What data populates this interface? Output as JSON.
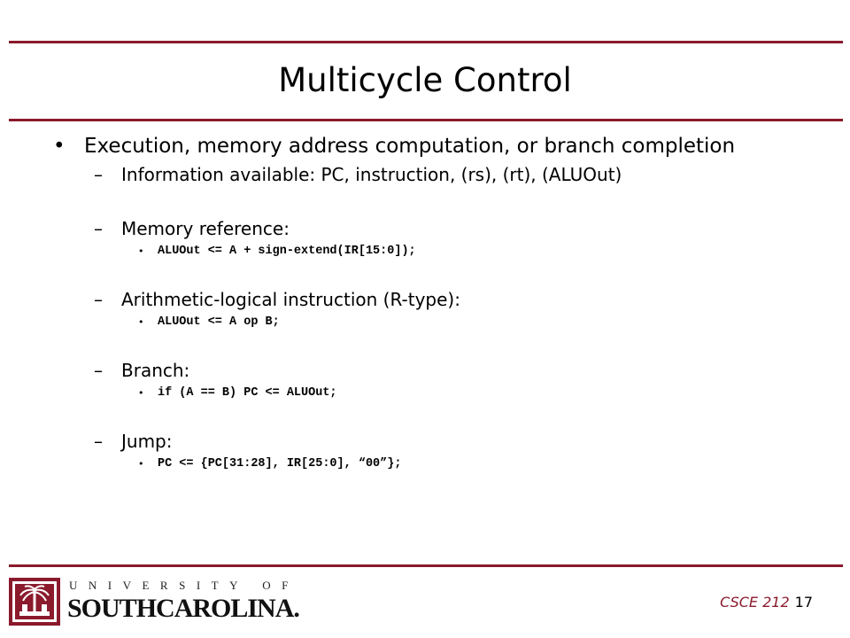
{
  "slide": {
    "title": "Multicycle Control",
    "bullet": "Execution, memory address computation, or branch completion",
    "items": [
      {
        "kind": "sub",
        "text": "Information available:  PC, instruction, (rs), (rt), (ALUOut)"
      },
      {
        "kind": "sub",
        "text": "Memory reference:"
      },
      {
        "kind": "code",
        "text": "ALUOut <= A + sign-extend(IR[15:0]);"
      },
      {
        "kind": "sub",
        "text": "Arithmetic-logical instruction (R-type):"
      },
      {
        "kind": "code",
        "text": "ALUOut <= A op B;"
      },
      {
        "kind": "sub",
        "text": "Branch:"
      },
      {
        "kind": "code",
        "text": "if (A == B) PC <= ALUOut;"
      },
      {
        "kind": "sub",
        "text": "Jump:"
      },
      {
        "kind": "code",
        "text": "PC <= {PC[31:28], IR[25:0], “00”};"
      }
    ]
  },
  "footer": {
    "course": "CSCE 212",
    "page_number": "17",
    "logo_top": "UNIVERSITY OF",
    "logo_bottom": "SOUTHCAROLINA."
  },
  "colors": {
    "accent": "#8b1a2c"
  }
}
